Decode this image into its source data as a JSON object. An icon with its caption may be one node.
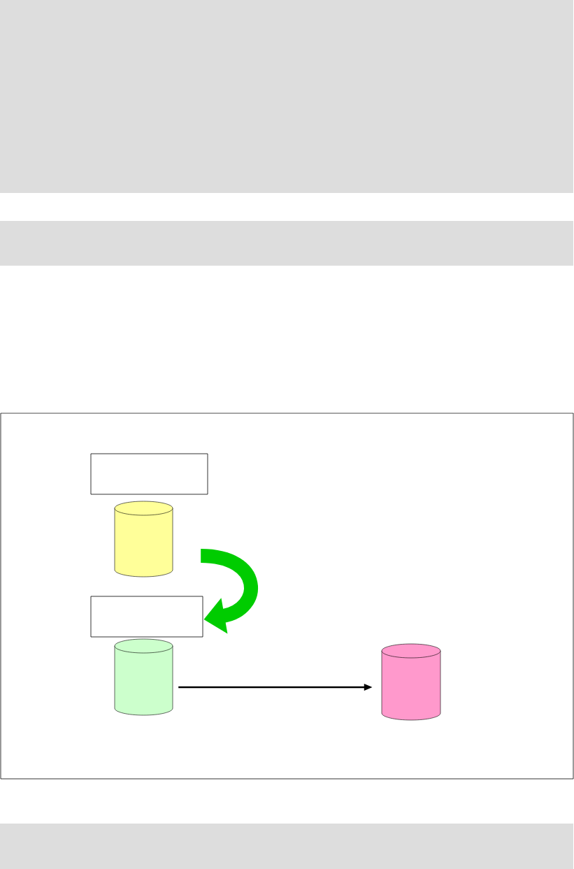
{
  "diagram": {
    "nodes": [
      {
        "text": [],
        "shape": "bar"
      },
      {
        "text": [],
        "shape": "bar"
      },
      {
        "text": [],
        "shape": "box"
      },
      {
        "text": [],
        "shape": "box",
        "in": 2
      },
      {
        "text": [],
        "shape": "cylinder",
        "in": 2
      },
      {
        "text": [],
        "shape": "box",
        "in": 2
      },
      {
        "text": [],
        "shape": "cylinder",
        "in": 2
      },
      {
        "text": [],
        "shape": "cylinder",
        "in": 2
      },
      {
        "text": [],
        "shape": "bar"
      }
    ],
    "edges": [
      {
        "from": 4,
        "to": 5,
        "arrow": "to",
        "style": "thick",
        "color": "#00cc00"
      },
      {
        "from": 6,
        "to": 7,
        "arrow": "to",
        "color": "#000000"
      }
    ]
  }
}
